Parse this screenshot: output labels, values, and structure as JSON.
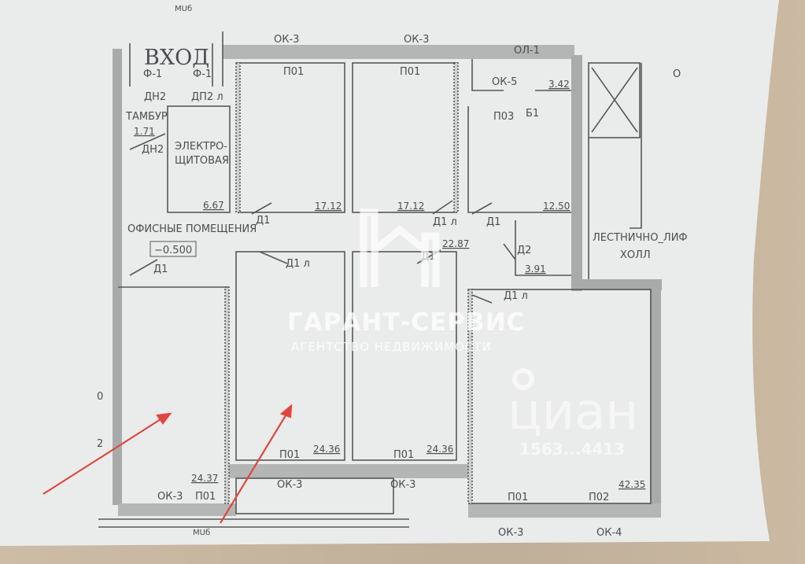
{
  "plan": {
    "entrance": "ВХОД",
    "level_mark": "−0.500",
    "office_label": "ОФИСНЫЕ ПОМЕЩЕНИЯ",
    "vestibule": {
      "label": "ТАМБУР",
      "area": "1.71"
    },
    "electrical_room": {
      "label_line1": "ЭЛЕКТРО-",
      "label_line2": "ЩИТОВАЯ",
      "area": "6.67"
    },
    "stair_hall": {
      "label_line1": "ЛЕСТНИЧНО_ЛИФ",
      "label_line2": "ХОЛЛ"
    },
    "rooms": [
      {
        "code": "П01",
        "area": "17.12"
      },
      {
        "code": "П01",
        "area": "17.12"
      },
      {
        "code": "П03",
        "area": "12.50"
      },
      {
        "code": "",
        "area": "3.42"
      },
      {
        "code": "",
        "area": "3.91"
      },
      {
        "code": "",
        "area": "22.87"
      },
      {
        "code": "П01",
        "area": "24.37"
      },
      {
        "code": "П01",
        "area": "24.36"
      },
      {
        "code": "П01",
        "area": "24.36"
      },
      {
        "code": "П01",
        "area": ""
      },
      {
        "code": "П02",
        "area": "42.35"
      }
    ],
    "windows": [
      "ОК-3",
      "ОК-3",
      "ОЛ-1",
      "ОК-5",
      "ОК-3",
      "ОК-3",
      "ОК-3",
      "ОК-3",
      "ОК-4"
    ],
    "doors": [
      "ДН2",
      "ДП2 л",
      "ДН2",
      "Д1",
      "Д1 л",
      "Д1",
      "Д2",
      "Д1",
      "Д1 л",
      "Д1",
      "Д1 л",
      "Б1",
      "Ф-1",
      "Ф-1"
    ],
    "misc": [
      "МUб",
      "МUб",
      "О",
      "0",
      "2"
    ]
  },
  "watermarks": {
    "agency_name": "ГАРАНТ-СЕРВИС",
    "agency_subtitle": "АГЕНТСТВО НЕДВИЖИМОСТИ",
    "cian_logo": "циан",
    "cian_id": "1563...4413"
  },
  "colors": {
    "arrow": "#e0473e",
    "wall": "#a9abab",
    "paper": "#eaeceb",
    "background": "#c7b59f"
  }
}
